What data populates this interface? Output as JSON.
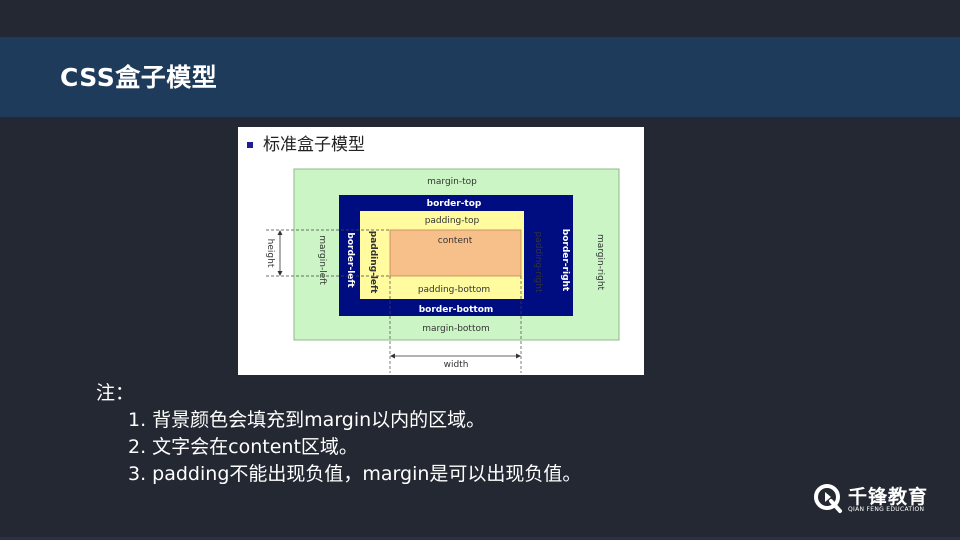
{
  "slide": {
    "title": "CSS盒子模型"
  },
  "diagram": {
    "heading": "标准盒子模型",
    "colors": {
      "margin": "#ccf5c6",
      "border": "#000d80",
      "padding": "#fffb9e",
      "content": "#f7c08a",
      "bullet": "#1e1e99"
    },
    "labels": {
      "margin_top": "margin-top",
      "margin_bottom": "margin-bottom",
      "margin_left": "margin-left",
      "margin_right": "margin-right",
      "border_top": "border-top",
      "border_bottom": "border-bottom",
      "border_left": "border-left",
      "border_right": "border-right",
      "padding_top": "padding-top",
      "padding_bottom": "padding-bottom",
      "padding_left": "padding-left",
      "padding_right": "padding-right",
      "content": "content",
      "height": "height",
      "width": "width"
    }
  },
  "notes": {
    "label": "注：",
    "items": [
      "1. 背景颜色会填充到margin以内的区域。",
      "2. 文字会在content区域。",
      "3. padding不能出现负值，margin是可以出现负值。"
    ]
  },
  "logo": {
    "cn": "千锋教育",
    "en": "QIAN FENG EDUCATION"
  }
}
